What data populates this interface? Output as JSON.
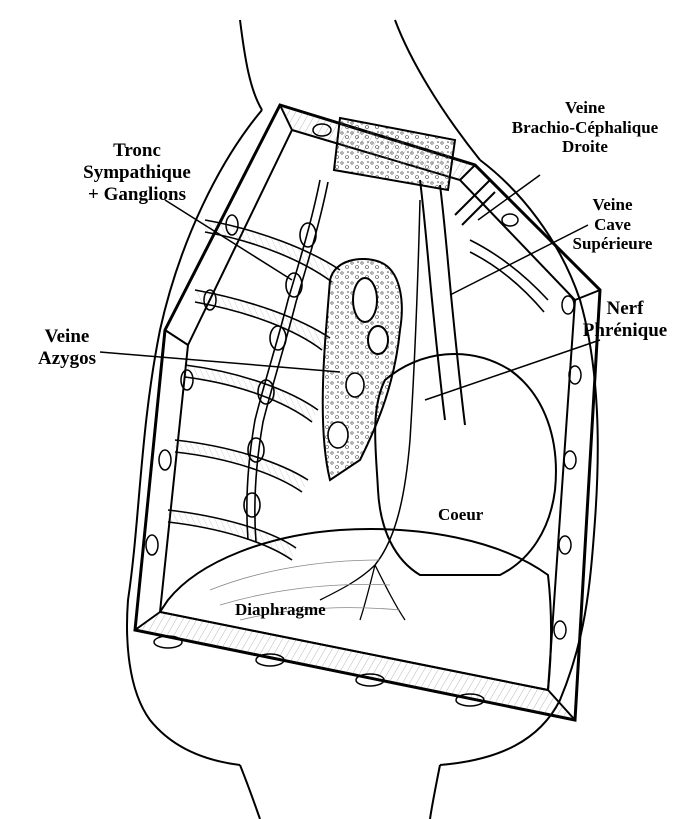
{
  "labels": {
    "tronc": [
      "Tronc",
      "Sympathique",
      "+ Ganglions"
    ],
    "veine_brachio": [
      "Veine",
      "Brachio-Céphalique",
      "Droite"
    ],
    "veine_cave": [
      "Veine",
      "Cave",
      "Supérieure"
    ],
    "nerf": [
      "Nerf",
      "Phrénique"
    ],
    "veine_azygos": [
      "Veine",
      "Azygos"
    ],
    "coeur": "Coeur",
    "diaphragme": "Diaphragme"
  }
}
